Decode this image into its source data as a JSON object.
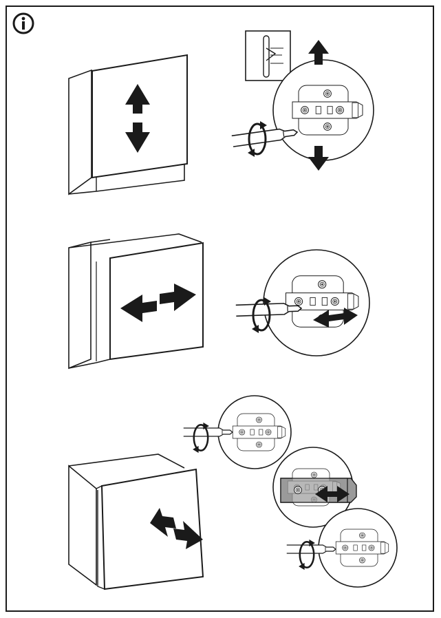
{
  "page": {
    "icon": "info-icon",
    "line_color": "#1a1a1a",
    "fill_color": "#ffffff",
    "highlight_color": "#9a9a9a"
  },
  "steps": [
    {
      "id": "vertical",
      "direction": "up-down",
      "icons": [
        "cabinet-door",
        "double-vertical-arrow",
        "hinge-detail",
        "screwdriver",
        "rotate-arrow",
        "inset-slot-detail"
      ]
    },
    {
      "id": "horizontal",
      "direction": "left-right",
      "icons": [
        "cabinet-door",
        "double-horizontal-arrow",
        "hinge-detail",
        "screwdriver",
        "rotate-arrow"
      ]
    },
    {
      "id": "depth",
      "direction": "in-out",
      "icons": [
        "cabinet-door",
        "double-depth-arrow",
        "hinge-detail",
        "screwdriver",
        "rotate-arrow"
      ]
    }
  ]
}
